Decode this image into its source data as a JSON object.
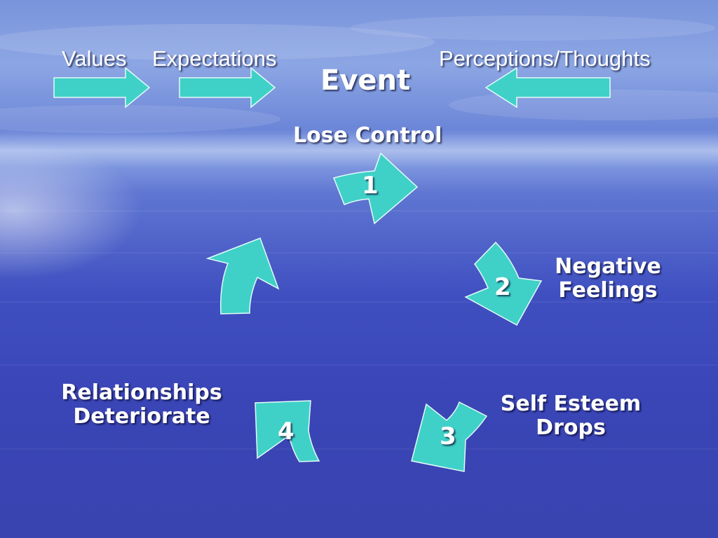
{
  "header": {
    "values_label": "Values",
    "expectations_label": "Expectations",
    "perceptions_label": "Perceptions/Thoughts",
    "event_label": "Event"
  },
  "cycle": {
    "steps": [
      {
        "number": "1",
        "label_lines": [
          "Lose Control"
        ]
      },
      {
        "number": "2",
        "label_lines": [
          "Negative",
          "Feelings"
        ]
      },
      {
        "number": "3",
        "label_lines": [
          "Self Esteem",
          "Drops"
        ]
      },
      {
        "number": "4",
        "label_lines": [
          "Relationships",
          "Deteriorate"
        ]
      }
    ]
  },
  "colors": {
    "arrow_fill": "#3fd1c8",
    "text": "#ffffff",
    "background": "#4a5cc8"
  }
}
